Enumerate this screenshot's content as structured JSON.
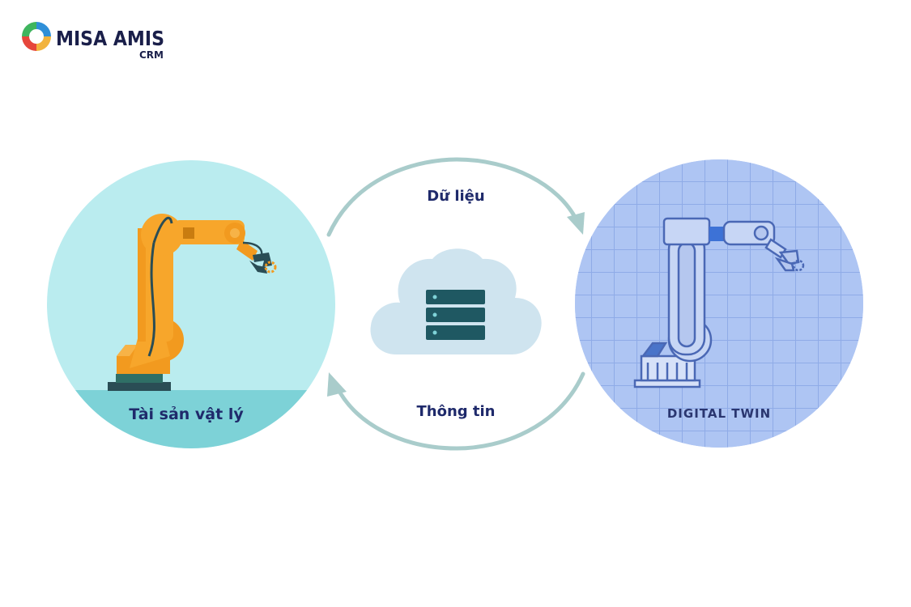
{
  "brand": {
    "name": "MISA AMIS",
    "sub": "CRM"
  },
  "diagram": {
    "physical_label": "Tài sản vật lý",
    "twin_label": "DIGITAL TWIN",
    "top_arrow_label": "Dữ liệu",
    "bottom_arrow_label": "Thông tin"
  },
  "icons": {
    "logo": "misa-swirl-icon",
    "robot_physical": "robot-arm-icon",
    "robot_twin": "robot-arm-blueprint-icon",
    "cloud": "cloud-icon",
    "server": "server-stack-icon"
  },
  "colors": {
    "navy": "#1f2a6b",
    "arrow": "#a9cccb",
    "physical_circle": "#b9ecef",
    "physical_ground": "#7fd3d8",
    "robot_orange": "#f7a62b",
    "robot_dark": "#2a4d55",
    "twin_circle": "#a9c2f2",
    "twin_grid": "#8eabe6",
    "cloud": "#cfe4ef",
    "server": "#1f5862"
  }
}
